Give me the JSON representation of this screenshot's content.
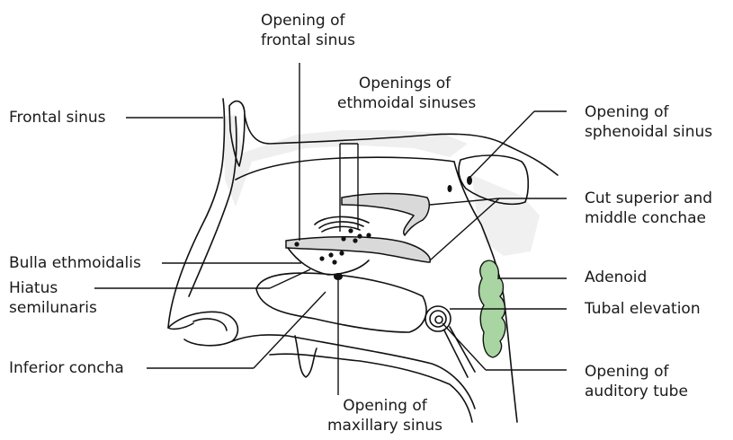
{
  "labels": {
    "opening_frontal_sinus": [
      "Opening of",
      "frontal sinus"
    ],
    "openings_ethmoidal_sinuses": [
      "Openings of",
      "ethmoidal sinuses"
    ],
    "frontal_sinus": [
      "Frontal sinus"
    ],
    "opening_sphenoidal_sinus": [
      "Opening of",
      "sphenoidal sinus"
    ],
    "cut_superior_middle_conchae": [
      "Cut superior and",
      "middle conchae"
    ],
    "bulla_ethmoidalis": [
      "Bulla ethmoidalis"
    ],
    "hiatus_semilunaris": [
      "Hiatus",
      "semilunaris"
    ],
    "adenoid": [
      "Adenoid"
    ],
    "tubal_elevation": [
      "Tubal elevation"
    ],
    "inferior_concha": [
      "Inferior concha"
    ],
    "opening_maxillary_sinus": [
      "Opening of",
      "maxillary sinus"
    ],
    "opening_auditory_tube": [
      "Opening of",
      "auditory tube"
    ]
  },
  "colors": {
    "adenoid": "#a8d5a2",
    "stipple": "#888888",
    "cut_surface": "#d9d9d9"
  }
}
